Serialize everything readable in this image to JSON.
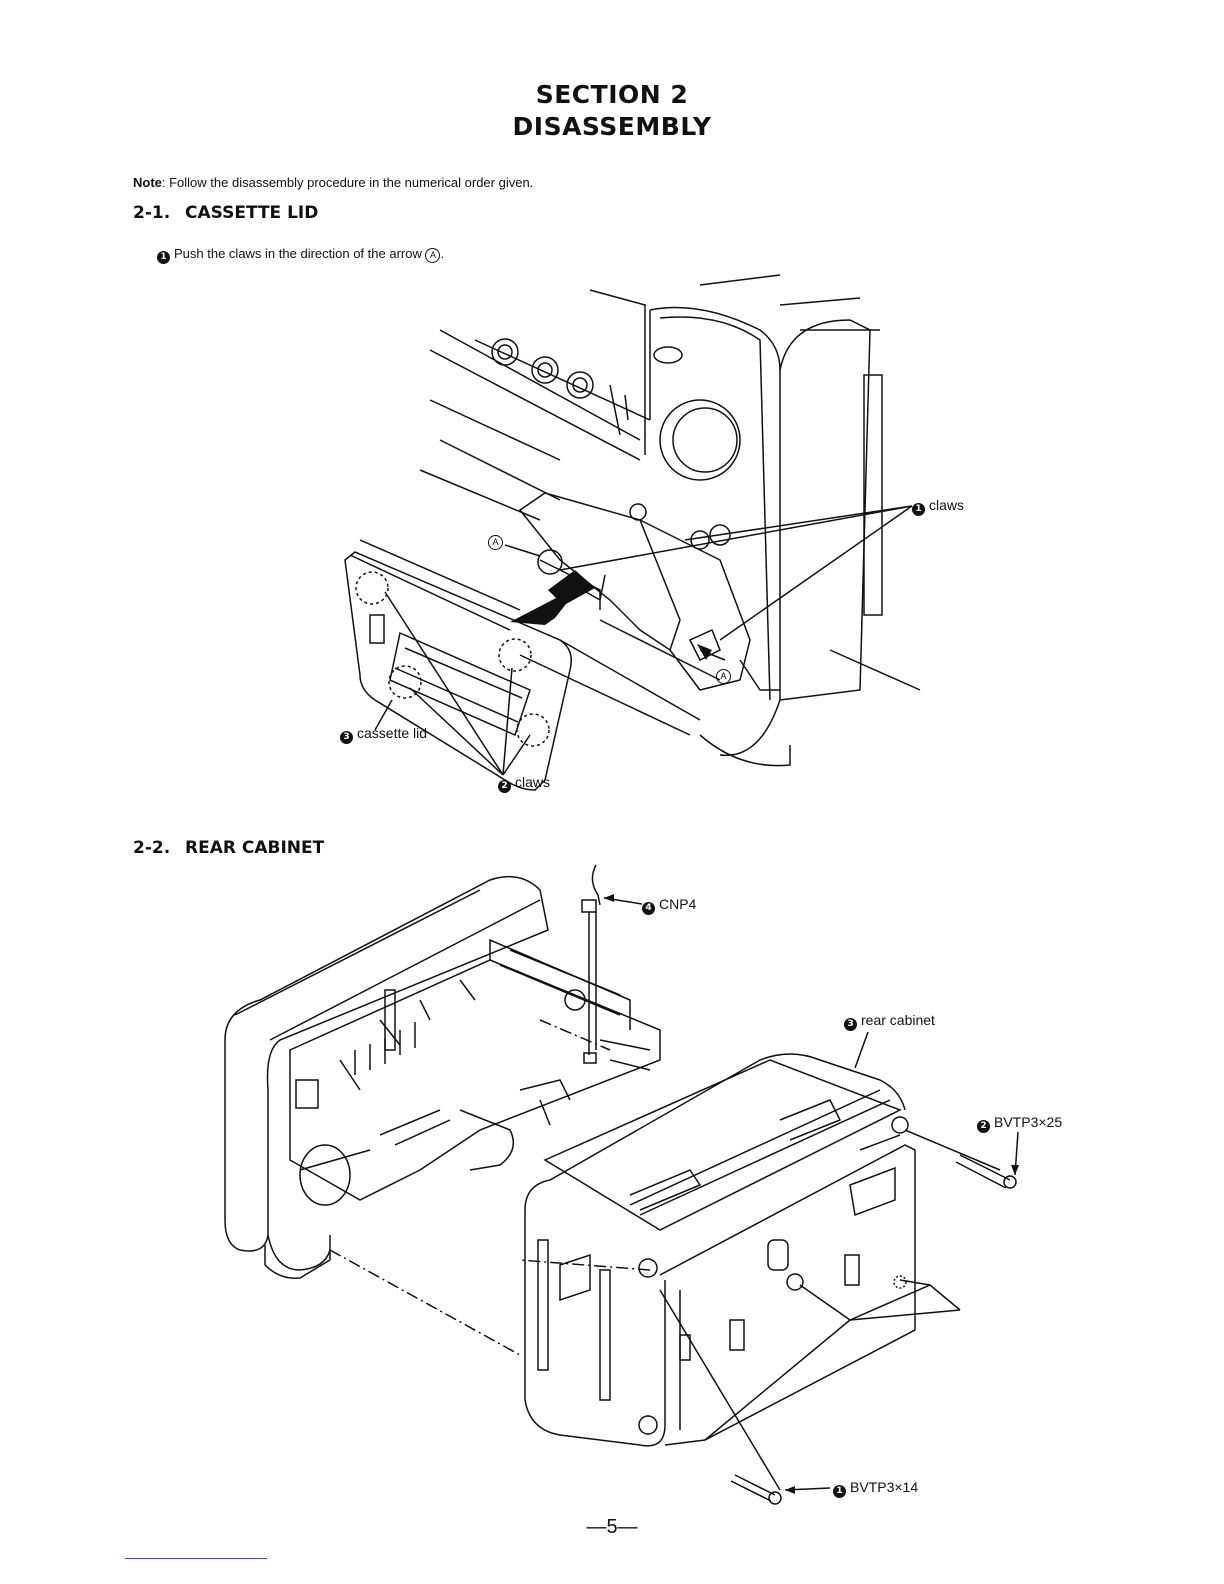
{
  "header": {
    "section": "SECTION 2",
    "title": "DISASSEMBLY"
  },
  "note": {
    "label": "Note",
    "text": ": Follow the disassembly procedure in the numerical order given."
  },
  "section_1": {
    "number": "2-1.",
    "title": "CASSETTE LID",
    "step_badge": "1",
    "step_text": "Push the claws in the direction of the arrow",
    "step_arrow": "A",
    "labels": [
      {
        "badge": "1",
        "text": "claws"
      },
      {
        "badge": "2",
        "text": "claws"
      },
      {
        "badge": "3",
        "text": "cassette lid"
      }
    ],
    "arrow_marks": [
      "A",
      "A"
    ]
  },
  "section_2": {
    "number": "2-2.",
    "title": "REAR CABINET",
    "labels": [
      {
        "badge": "4",
        "text": "CNP4"
      },
      {
        "badge": "3",
        "text": "rear cabinet"
      },
      {
        "badge": "2",
        "text": "BVTP3×25"
      },
      {
        "badge": "1",
        "text": "BVTP3×14"
      }
    ]
  },
  "footer": {
    "page": "—5—"
  }
}
